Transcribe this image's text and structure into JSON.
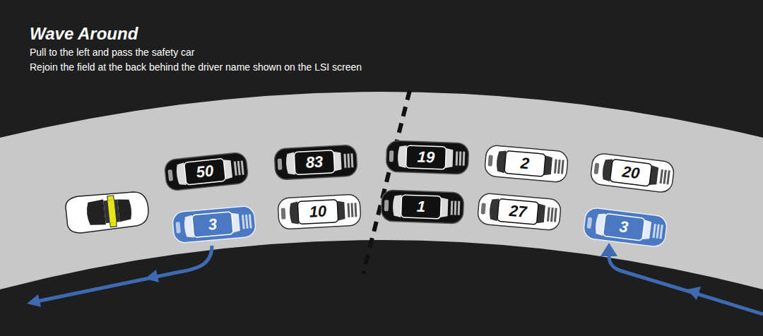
{
  "diagram": {
    "title": "Wave Around",
    "nodes": [
      {
        "text": [
          "50"
        ]
      },
      {
        "text": [
          "83"
        ]
      },
      {
        "text": [
          "19"
        ]
      },
      {
        "text": [
          "2"
        ]
      },
      {
        "text": [
          "20"
        ]
      },
      {
        "text": [
          "3"
        ]
      },
      {
        "text": [
          "10"
        ]
      },
      {
        "text": [
          "1"
        ]
      },
      {
        "text": [
          "27"
        ]
      },
      {
        "text": [
          "3"
        ]
      }
    ],
    "labels": [
      "Pull to the left and pass the safety car",
      "Rejoin the field at the back behind the driver name shown on the LSI screen"
    ]
  }
}
